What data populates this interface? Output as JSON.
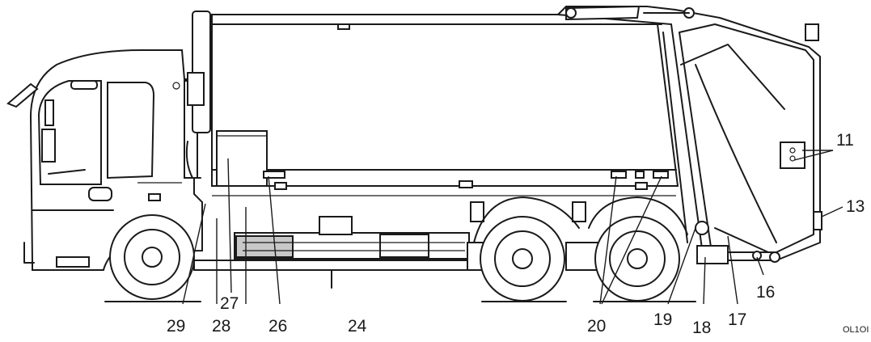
{
  "callouts": [
    {
      "label": "11"
    },
    {
      "label": "13"
    },
    {
      "label": "16"
    },
    {
      "label": "17"
    },
    {
      "label": "18"
    },
    {
      "label": "19"
    },
    {
      "label": "20"
    },
    {
      "label": "24"
    },
    {
      "label": "26"
    },
    {
      "label": "27"
    },
    {
      "label": "28"
    },
    {
      "label": "29"
    }
  ],
  "figure_code": "OL1OI",
  "colors": {
    "line": "#1a1a1a",
    "background": "#ffffff",
    "shade": "#c8c8c8"
  }
}
